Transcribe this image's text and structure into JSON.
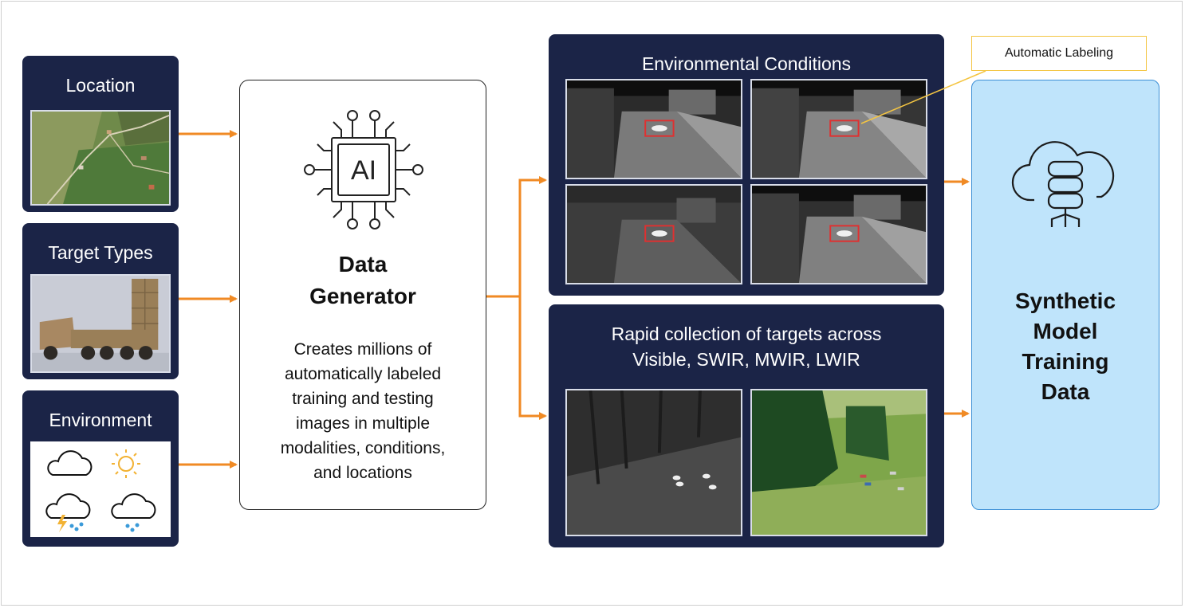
{
  "inputs": {
    "location": {
      "title": "Location"
    },
    "target_types": {
      "title": "Target Types"
    },
    "environment": {
      "title": "Environment"
    }
  },
  "generator": {
    "title_line1": "Data",
    "title_line2": "Generator",
    "ai_label": "AI",
    "description_lines": [
      "Creates millions of",
      "automatically labeled",
      "training and testing",
      "images in multiple",
      "modalities, conditions,",
      "and locations"
    ]
  },
  "environmental": {
    "title": "Environmental Conditions"
  },
  "rapid": {
    "title_line1": "Rapid collection of targets across",
    "title_line2": "Visible, SWIR, MWIR, LWIR"
  },
  "callout": {
    "label": "Automatic Labeling"
  },
  "output": {
    "lines": [
      "Synthetic",
      "Model",
      "Training",
      "Data"
    ]
  },
  "colors": {
    "navy": "#1b2447",
    "arrow": "#f08a24",
    "output_fill": "#bfe4fb",
    "callout_border": "#f4c542",
    "label_box": "#e03030"
  }
}
